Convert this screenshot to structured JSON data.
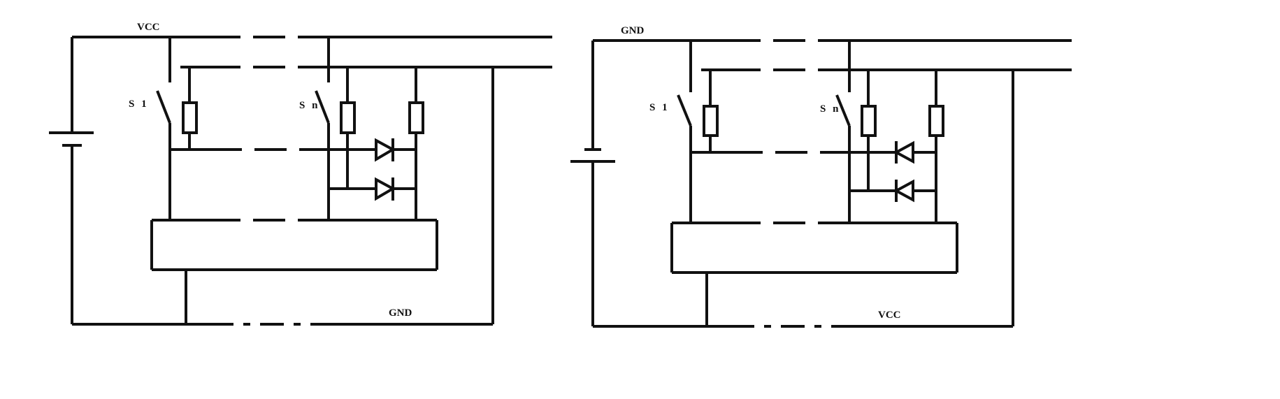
{
  "diagrams": [
    {
      "id": "left",
      "top_rail_label": "VCC",
      "bottom_rail_label": "GND",
      "switch_first_label": "S 1",
      "switch_last_label": "S n"
    },
    {
      "id": "right",
      "top_rail_label": "GND",
      "bottom_rail_label": "VCC",
      "switch_first_label": "S 1",
      "switch_last_label": "S n"
    }
  ]
}
